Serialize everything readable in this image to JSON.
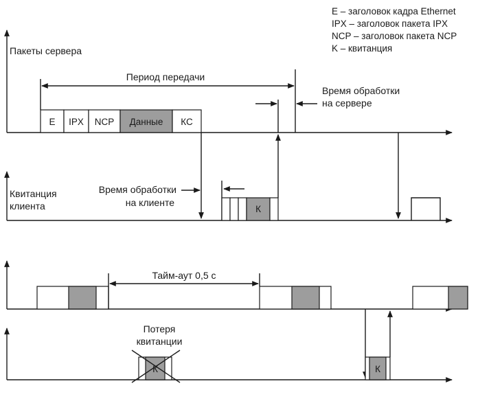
{
  "legend": {
    "e": "E – заголовок кадра Ethernet",
    "ipx": "IPX – заголовок пакета IPX",
    "ncp": "NCP – заголовок пакета NCP",
    "k": "K – квитанция"
  },
  "diagram1": {
    "server_axis_label": "Пакеты сервера",
    "client_axis_label_1": "Квитанция",
    "client_axis_label_2": "клиента",
    "transfer_period": "Период передачи",
    "server_processing_1": "Время обработки",
    "server_processing_2": "на сервере",
    "client_processing_1": "Время обработки",
    "client_processing_2": "на клиенте",
    "packet_fields": [
      "E",
      "IPX",
      "NCP",
      "Данные",
      "КС"
    ],
    "ack_label": "К"
  },
  "diagram2": {
    "timeout_label": "Тайм-аут 0,5 с",
    "loss_label_1": "Потеря",
    "loss_label_2": "квитанции",
    "lost_ack_label": "К",
    "ack_label": "К"
  }
}
